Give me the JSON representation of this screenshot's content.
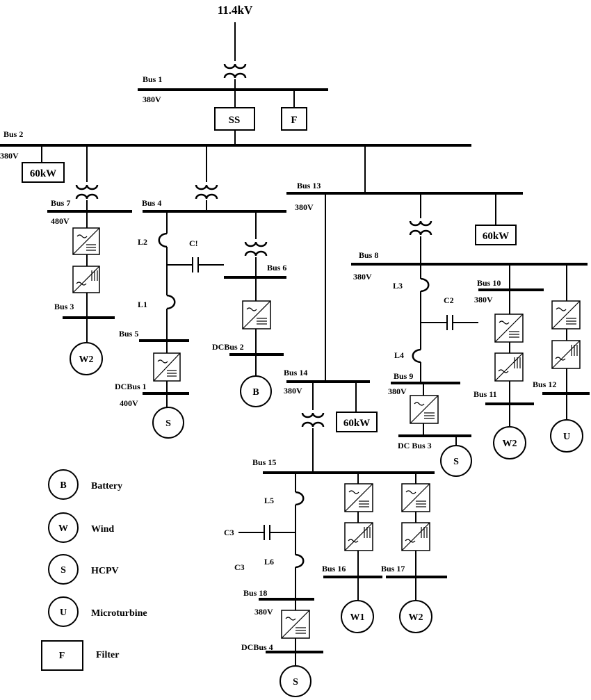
{
  "source": {
    "voltage": "11.4kV"
  },
  "bus_labels": {
    "bus1": "Bus 1",
    "bus2": "Bus 2",
    "bus3": "Bus 3",
    "bus4": "Bus 4",
    "bus5": "Bus 5",
    "bus6": "Bus 6",
    "bus7": "Bus 7",
    "bus8": "Bus 8",
    "bus9": "Bus 9",
    "bus10": "Bus 10",
    "bus11": "Bus 11",
    "bus12": "Bus 12",
    "bus13": "Bus 13",
    "bus14": "Bus 14",
    "bus15": "Bus 15",
    "bus16": "Bus 16",
    "bus17": "Bus 17",
    "bus18": "Bus 18",
    "dcbus1": "DCBus 1",
    "dcbus2": "DCBus 2",
    "dcbus3": "DC Bus 3",
    "dcbus4": "DCBus 4"
  },
  "voltages": {
    "bus1": "380V",
    "bus2": "380V",
    "bus7": "480V",
    "dcbus1": "400V",
    "bus13": "380V",
    "bus8": "380V",
    "bus10": "380V",
    "bus9": "380V",
    "bus14": "380V",
    "bus18": "380V"
  },
  "boxes": {
    "ss": "SS",
    "filter": "F",
    "load": "60kW"
  },
  "lines": {
    "l1": "L1",
    "l2": "L2",
    "l3": "L3",
    "l4": "L4",
    "l5": "L5",
    "l6": "L6"
  },
  "capacitors": {
    "c1": "C!",
    "c2": "C2",
    "c3": "C3",
    "c3b": "C3"
  },
  "sources": {
    "wind2": "W2",
    "wind1": "W1",
    "pv": "S",
    "battery": "B",
    "micro": "U"
  },
  "legend": [
    {
      "symbol": "B",
      "label": "Battery"
    },
    {
      "symbol": "W",
      "label": "Wind"
    },
    {
      "symbol": "S",
      "label": "HCPV"
    },
    {
      "symbol": "U",
      "label": "Microturbine"
    },
    {
      "symbol": "F",
      "label": "Filter"
    }
  ]
}
